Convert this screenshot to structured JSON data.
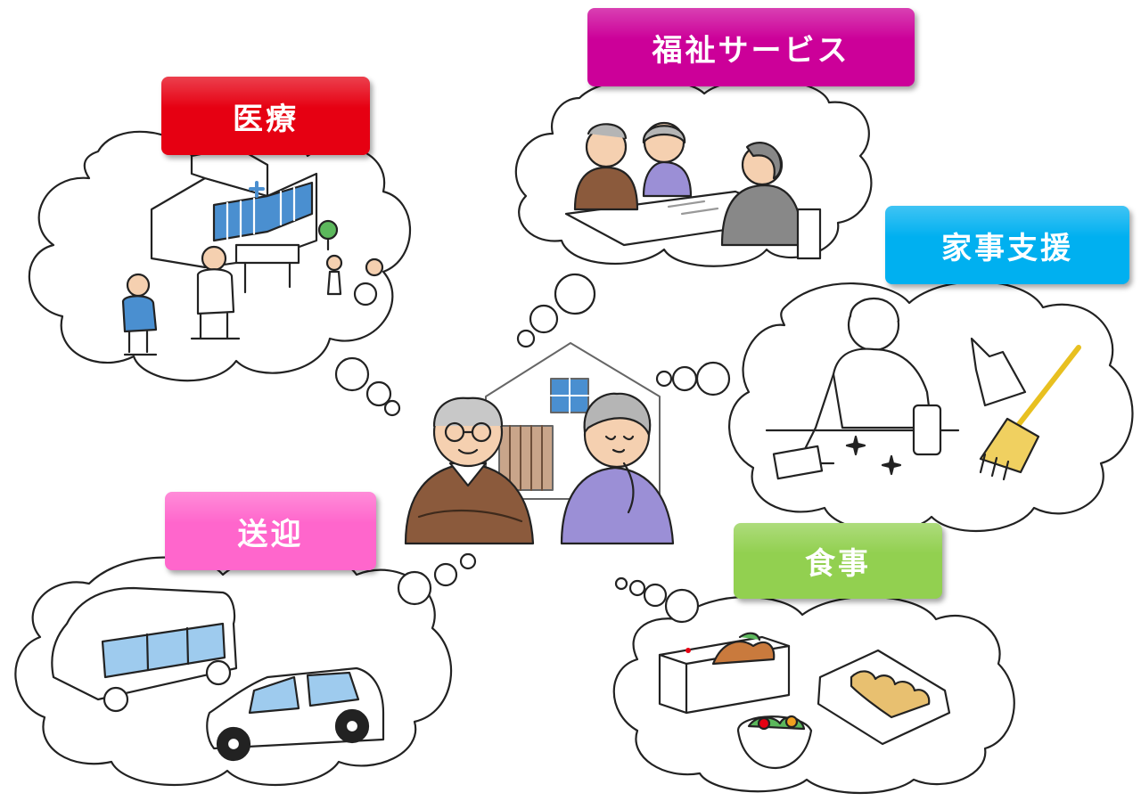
{
  "labels": {
    "medical": "医療",
    "welfare": "福祉サービス",
    "housework": "家事支援",
    "transport": "送迎",
    "meals": "食事"
  },
  "colors": {
    "medical": "#e60012",
    "welfare": "#cc0099",
    "housework": "#00b0f0",
    "transport": "#ff66cc",
    "meals": "#92d050"
  },
  "icons": {
    "center": "elderly-couple-house-icon",
    "medical": "hospital-doctor-icon",
    "welfare": "consultation-meeting-icon",
    "housework": "cleaning-icon",
    "transport": "bus-and-car-icon",
    "meals": "bento-meal-icon"
  }
}
